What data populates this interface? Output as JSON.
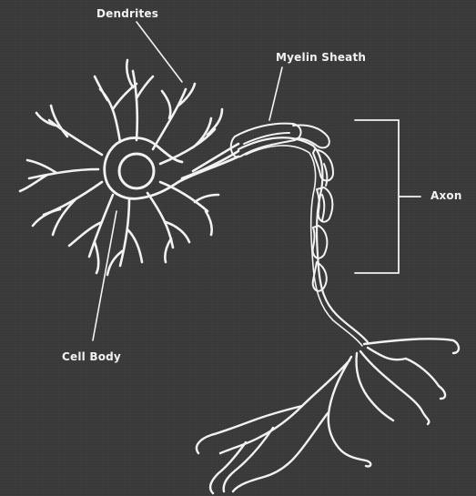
{
  "labels": {
    "dendrites": "Dendrites",
    "myelin_sheath": "Myelin Sheath",
    "axon": "Axon",
    "cell_body": "Cell Body"
  },
  "colors": {
    "background": "#3a3a3a",
    "line": "#f2f2f2"
  }
}
